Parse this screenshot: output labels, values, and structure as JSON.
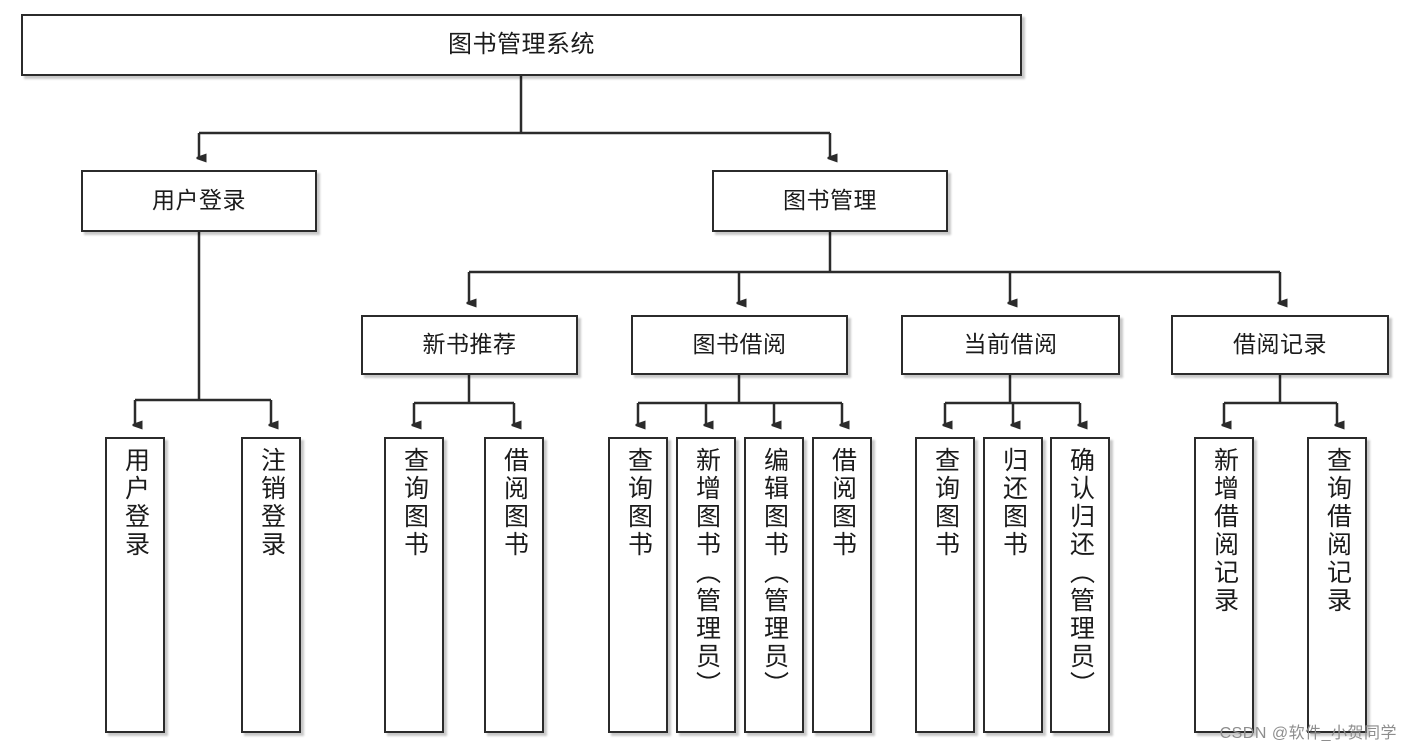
{
  "diagram": {
    "title": "图书管理系统",
    "type": "tree-hierarchy",
    "root": {
      "id": "root",
      "label": "图书管理系统"
    },
    "level2": [
      {
        "id": "user-login",
        "label": "用户登录"
      },
      {
        "id": "book-manage",
        "label": "图书管理"
      }
    ],
    "level3": [
      {
        "id": "new-book-rec",
        "label": "新书推荐",
        "parent": "book-manage"
      },
      {
        "id": "book-borrow",
        "label": "图书借阅",
        "parent": "book-manage"
      },
      {
        "id": "current-borrow",
        "label": "当前借阅",
        "parent": "book-manage"
      },
      {
        "id": "borrow-record",
        "label": "借阅记录",
        "parent": "book-manage"
      }
    ],
    "leaves": [
      {
        "id": "leaf-user-login",
        "label": "用户登录",
        "parent": "user-login"
      },
      {
        "id": "leaf-user-logout",
        "label": "注销登录",
        "parent": "user-login"
      },
      {
        "id": "leaf-query-book-1",
        "label": "查询图书",
        "parent": "new-book-rec"
      },
      {
        "id": "leaf-borrow-book-1",
        "label": "借阅图书",
        "parent": "new-book-rec"
      },
      {
        "id": "leaf-query-book-2",
        "label": "查询图书",
        "parent": "book-borrow"
      },
      {
        "id": "leaf-add-book",
        "label": "新增图书（管理员）",
        "parent": "book-borrow"
      },
      {
        "id": "leaf-edit-book",
        "label": "编辑图书（管理员）",
        "parent": "book-borrow"
      },
      {
        "id": "leaf-borrow-book-2",
        "label": "借阅图书",
        "parent": "book-borrow"
      },
      {
        "id": "leaf-query-book-3",
        "label": "查询图书",
        "parent": "current-borrow"
      },
      {
        "id": "leaf-return-book",
        "label": "归还图书",
        "parent": "current-borrow"
      },
      {
        "id": "leaf-confirm-return",
        "label": "确认归还（管理员）",
        "parent": "current-borrow"
      },
      {
        "id": "leaf-add-record",
        "label": "新增借阅记录",
        "parent": "borrow-record"
      },
      {
        "id": "leaf-query-record",
        "label": "查询借阅记录",
        "parent": "borrow-record"
      }
    ],
    "watermark": "CSDN @软件_小贺同学",
    "colors": {
      "border": "#2b2b2b",
      "text": "#1b1b1b",
      "background": "#ffffff",
      "edge": "#2b2b2b",
      "watermark": "#8d8d8d"
    }
  }
}
